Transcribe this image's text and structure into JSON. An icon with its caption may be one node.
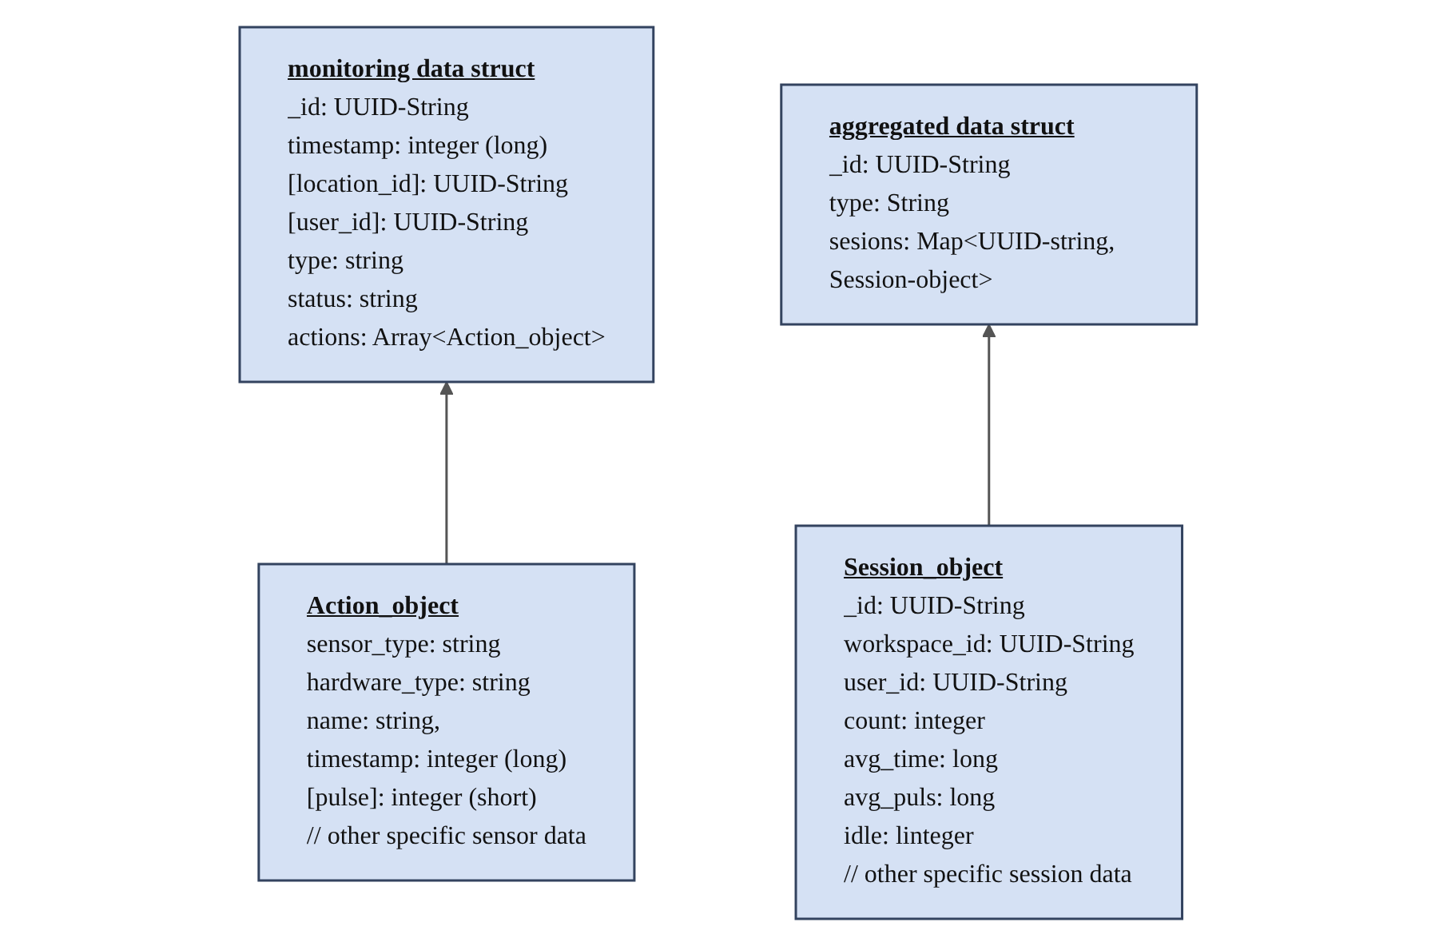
{
  "diagram": {
    "nodes": [
      {
        "text": [
          "monitoring data struct",
          "_id: UUID-String",
          "timestamp: integer (long)",
          "[location_id]: UUID-String",
          "[user_id]: UUID-String",
          "type: string",
          "status: string",
          "actions: Array<Action_object>"
        ]
      },
      {
        "text": [
          "Action_object",
          "sensor_type: string",
          "hardware_type: string",
          "name: string,",
          "timestamp: integer (long)",
          "[pulse]: integer (short)",
          "// other specific sensor data"
        ]
      },
      {
        "text": [
          "aggregated data struct",
          "_id: UUID-String",
          "type: String",
          "sesions: Map<UUID-string, Session-object>"
        ]
      },
      {
        "text": [
          "Session_object",
          "_id: UUID-String",
          "workspace_id: UUID-String",
          "user_id: UUID-String",
          "count: integer",
          "avg_time: long",
          "avg_puls: long",
          "idle: linteger",
          "// other specific session data"
        ]
      }
    ],
    "edges": [
      {
        "from": 1,
        "to": 0,
        "arrow": "to"
      },
      {
        "from": 3,
        "to": 2,
        "arrow": "to"
      }
    ]
  }
}
